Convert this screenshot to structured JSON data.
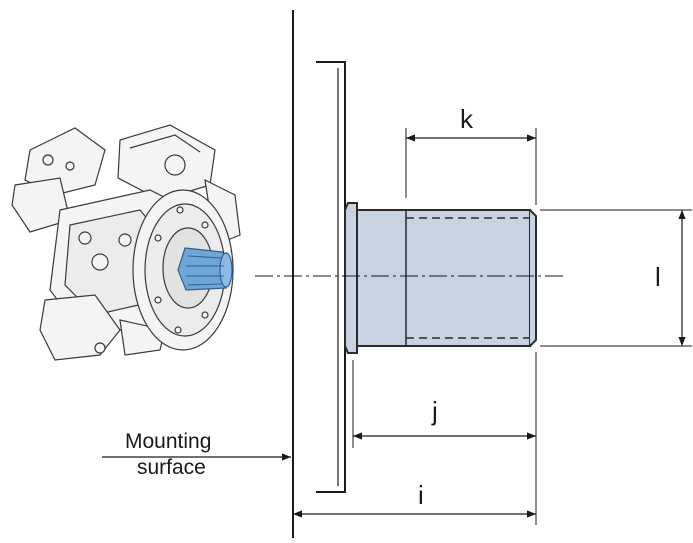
{
  "diagram": {
    "dimension_labels": {
      "i": "i",
      "j": "j",
      "k": "k",
      "l": "l"
    },
    "mounting_label": {
      "line1": "Mounting",
      "line2": "surface"
    },
    "colors": {
      "shaft_fill": "#c7d3e1",
      "shaft_stroke": "#2b2b2b",
      "spline_blue": "#6fa6d8",
      "line": "#1a1a1a",
      "motor_body": "#f2f2f2"
    },
    "icons": [
      "hydraulic-motor-illustration"
    ]
  }
}
